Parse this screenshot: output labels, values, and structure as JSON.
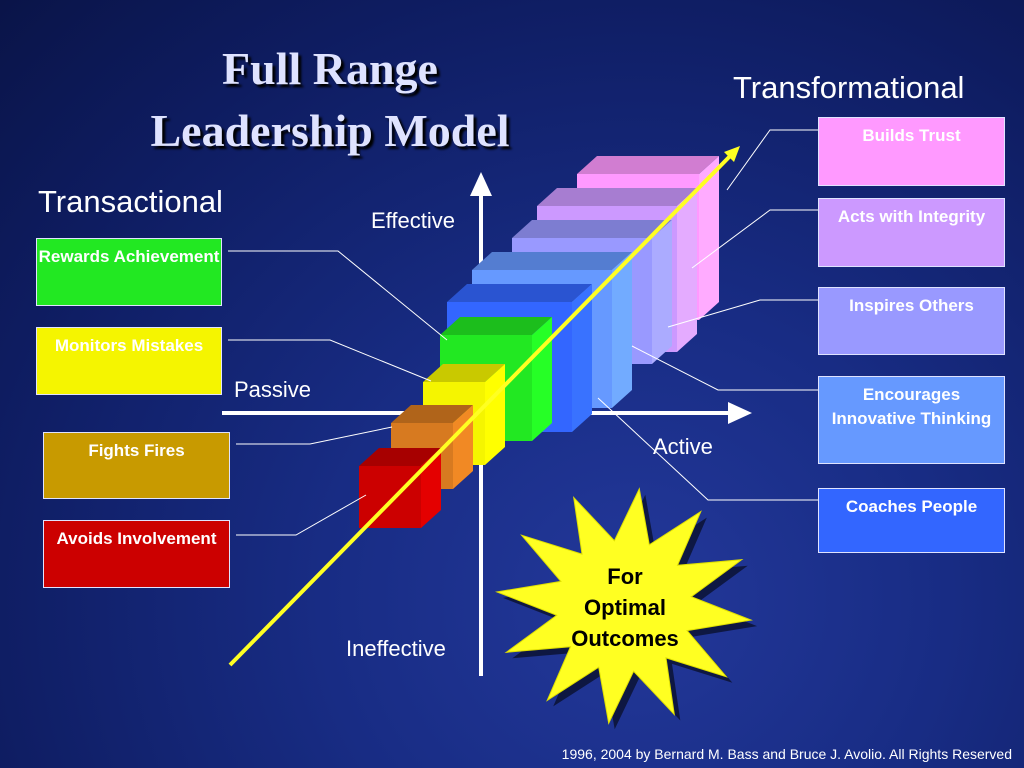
{
  "title": {
    "line1": "Full Range",
    "line2": "Leadership Model"
  },
  "headings": {
    "transactional": "Transactional",
    "transformational": "Transformational"
  },
  "axes": {
    "effective": "Effective",
    "ineffective": "Ineffective",
    "passive": "Passive",
    "active": "Active"
  },
  "left_boxes": [
    {
      "label": "Rewards Achievement",
      "color": "#22e822"
    },
    {
      "label": "Monitors Mistakes",
      "color": "#f5f500"
    },
    {
      "label": "Fights Fires",
      "color": "#c89a00"
    },
    {
      "label": "Avoids Involvement",
      "color": "#cc0000"
    }
  ],
  "right_boxes": [
    {
      "label": "Builds Trust",
      "color": "#ff99ff"
    },
    {
      "label": "Acts with Integrity",
      "color": "#cc99ff"
    },
    {
      "label": "Inspires Others",
      "color": "#9999ff"
    },
    {
      "label": "Encourages Innovative Thinking",
      "color": "#6699ff"
    },
    {
      "label": "Coaches People",
      "color": "#3366ff"
    }
  ],
  "starburst": {
    "line1": "For",
    "line2": "Optimal",
    "line3": "Outcomes",
    "color": "#ffff22"
  },
  "copyright": "1996, 2004 by Bernard M. Bass and Bruce J. Avolio. All Rights Reserved"
}
